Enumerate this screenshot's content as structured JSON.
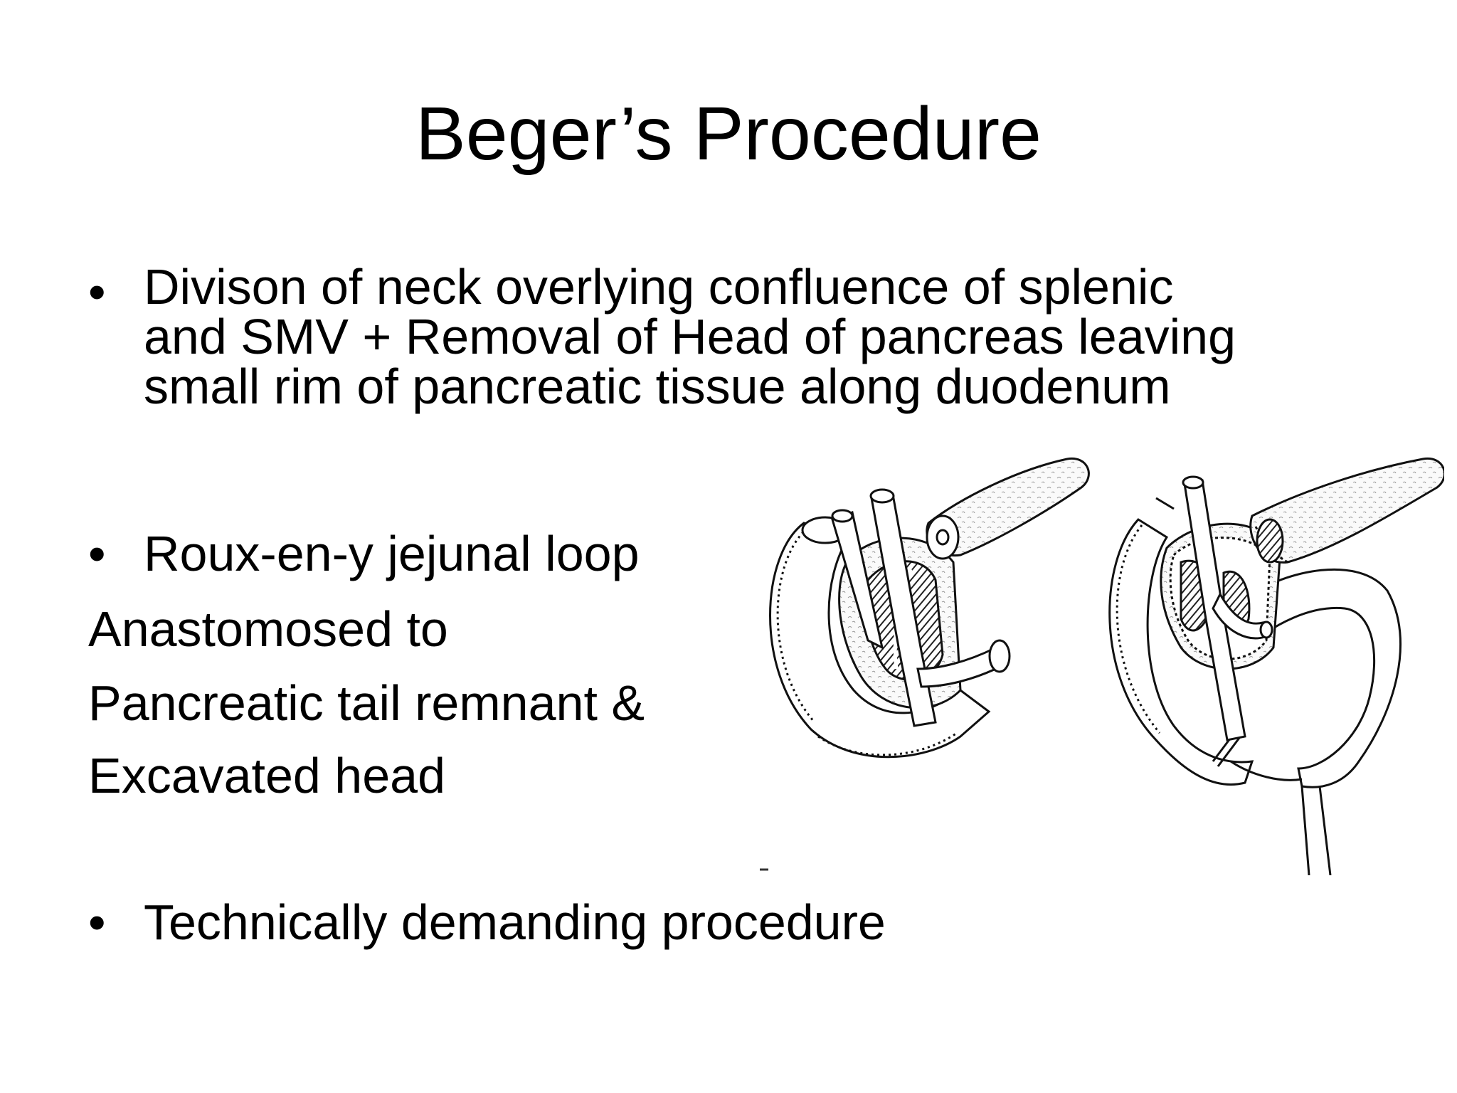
{
  "slide": {
    "title": "Beger’s Procedure",
    "bullet_dot": "•",
    "bullet1": {
      "lines": [
        "Divison of neck overlying confluence of splenic",
        "and SMV + Removal of Head of pancreas  leaving",
        "small rim of pancreatic tissue along duodenum"
      ]
    },
    "bullet2": "Roux-en-y jejunal loop",
    "continuation": [
      "Anastomosed to",
      "Pancreatic tail remnant &",
      "Excavated head"
    ],
    "bullet3": "Technically demanding procedure"
  }
}
